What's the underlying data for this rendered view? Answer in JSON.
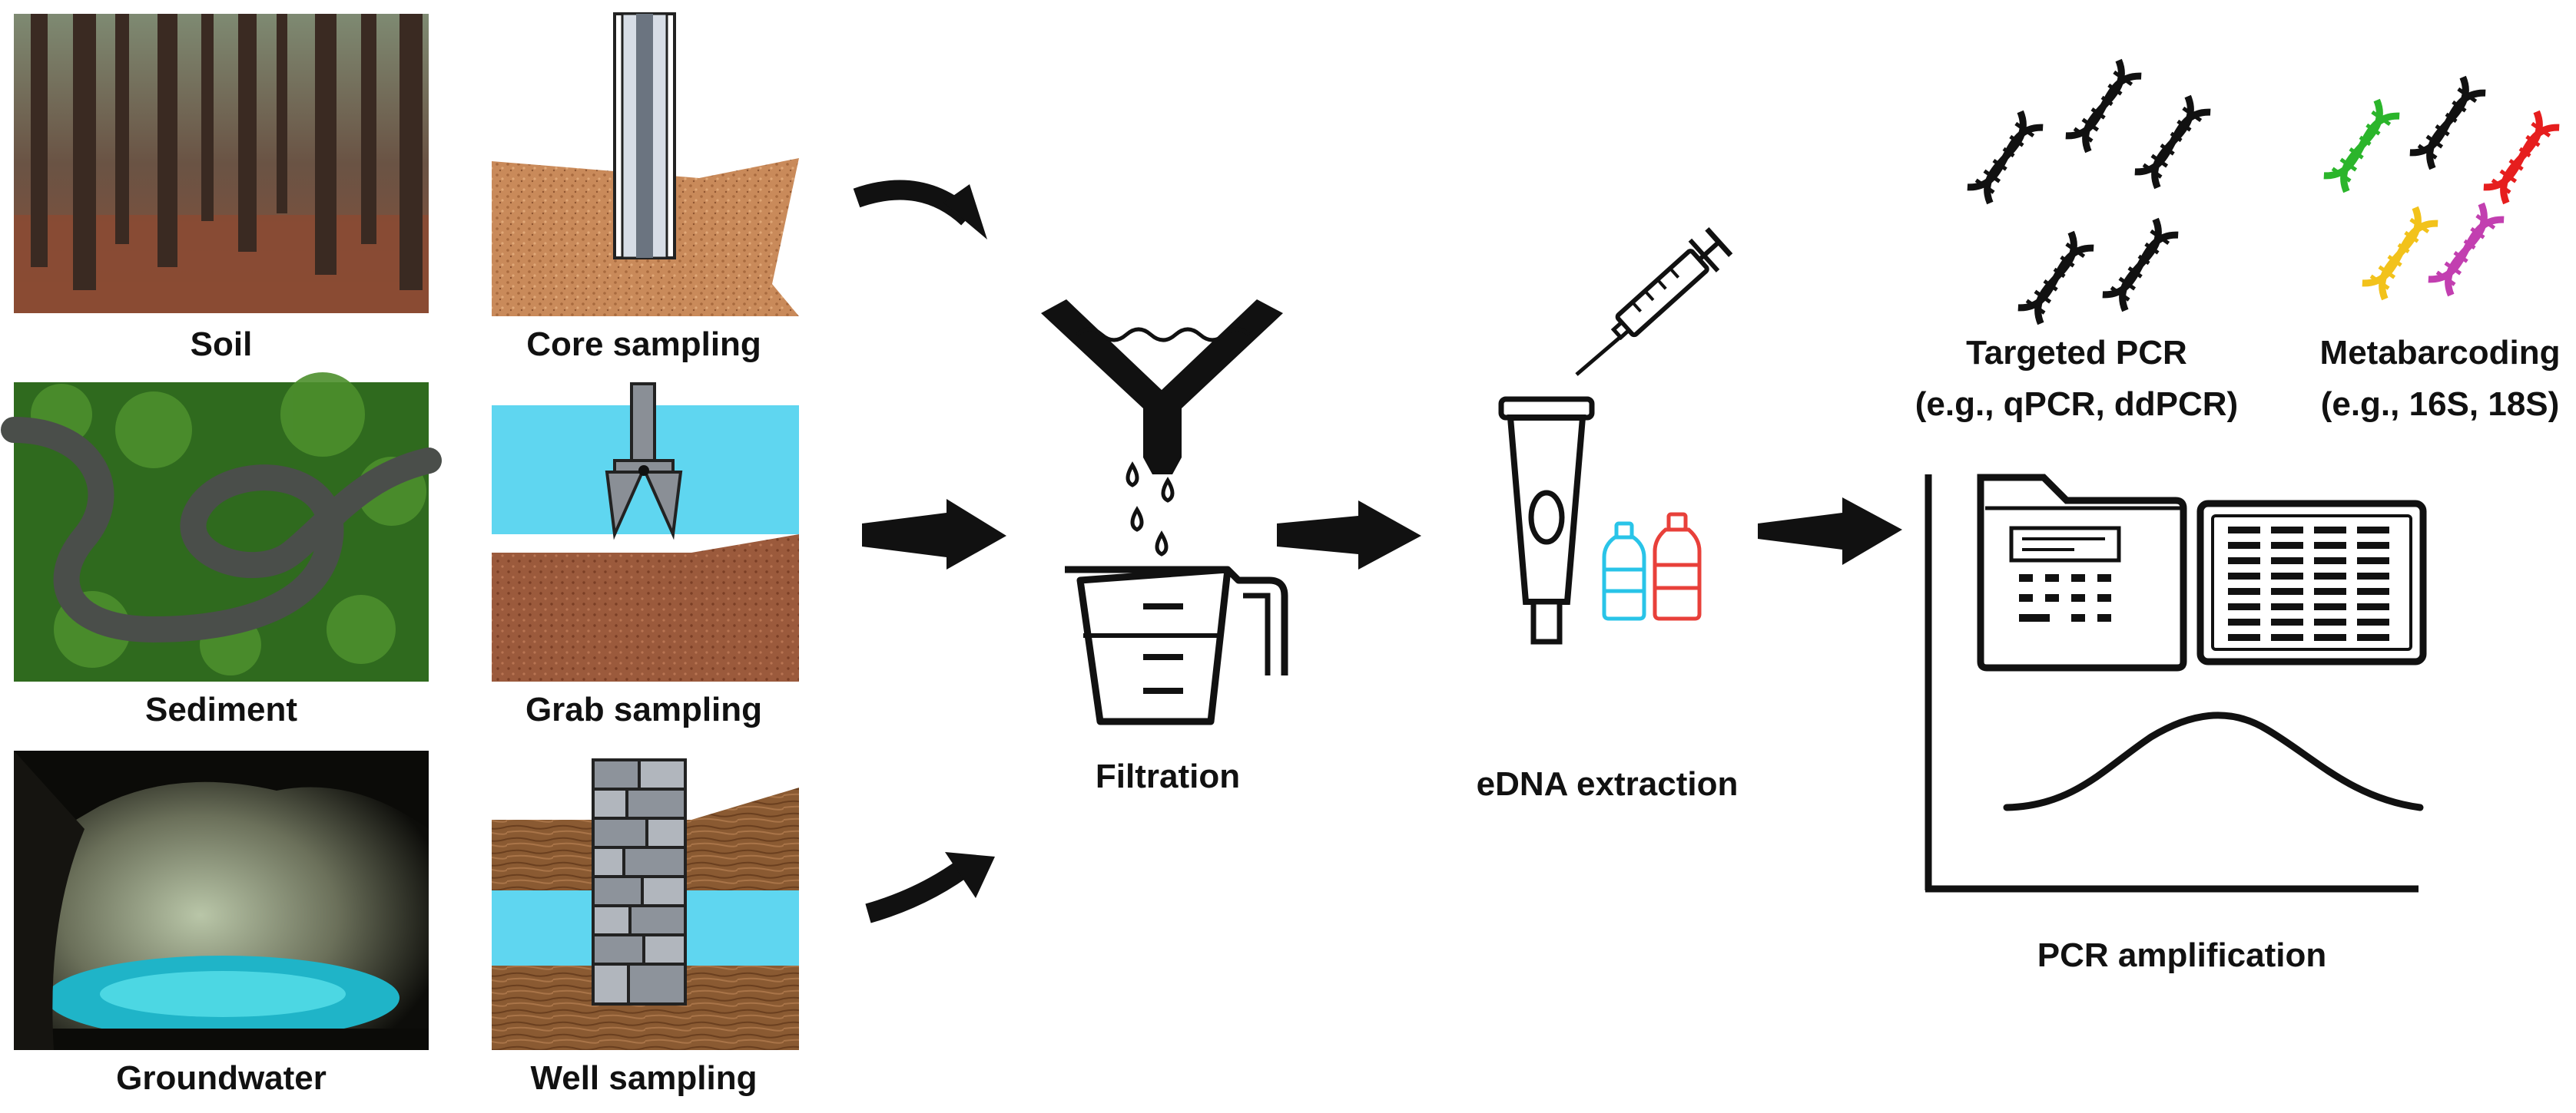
{
  "labels": {
    "soil": "Soil",
    "core_sampling": "Core sampling",
    "sediment": "Sediment",
    "grab_sampling": "Grab sampling",
    "groundwater": "Groundwater",
    "well_sampling": "Well sampling",
    "filtration": "Filtration",
    "edna_extraction": "eDNA extraction",
    "targeted_pcr": "Targeted PCR",
    "targeted_pcr_examples": "(e.g., qPCR, ddPCR)",
    "metabarcoding": "Metabarcoding",
    "metabarcoding_examples": "(e.g., 16S, 18S)",
    "pcr_amplification": "PCR amplification"
  },
  "colors": {
    "soil_brown": "#c98a5a",
    "sediment_brown": "#9b5a3c",
    "water_blue": "#5fd6f0",
    "wood_brown": "#8a5a32",
    "bottle_cyan": "#29c4e8",
    "bottle_red": "#e8403a",
    "dna_green": "#2bb52b",
    "dna_red": "#e61e1e",
    "dna_yellow": "#f2c21b",
    "dna_magenta": "#c23fb0",
    "dna_black": "#111111"
  },
  "icons": [
    "forest-photo",
    "river-photo",
    "cave-pool-photo",
    "core-sampler-icon",
    "grab-sampler-icon",
    "well-casing-icon",
    "funnel-icon",
    "measuring-jug-icon",
    "syringe-icon",
    "extraction-tube-icon",
    "bottle-icon",
    "dna-helix-icon",
    "thermocycler-icon",
    "gel-plate-icon",
    "amplification-curve"
  ]
}
